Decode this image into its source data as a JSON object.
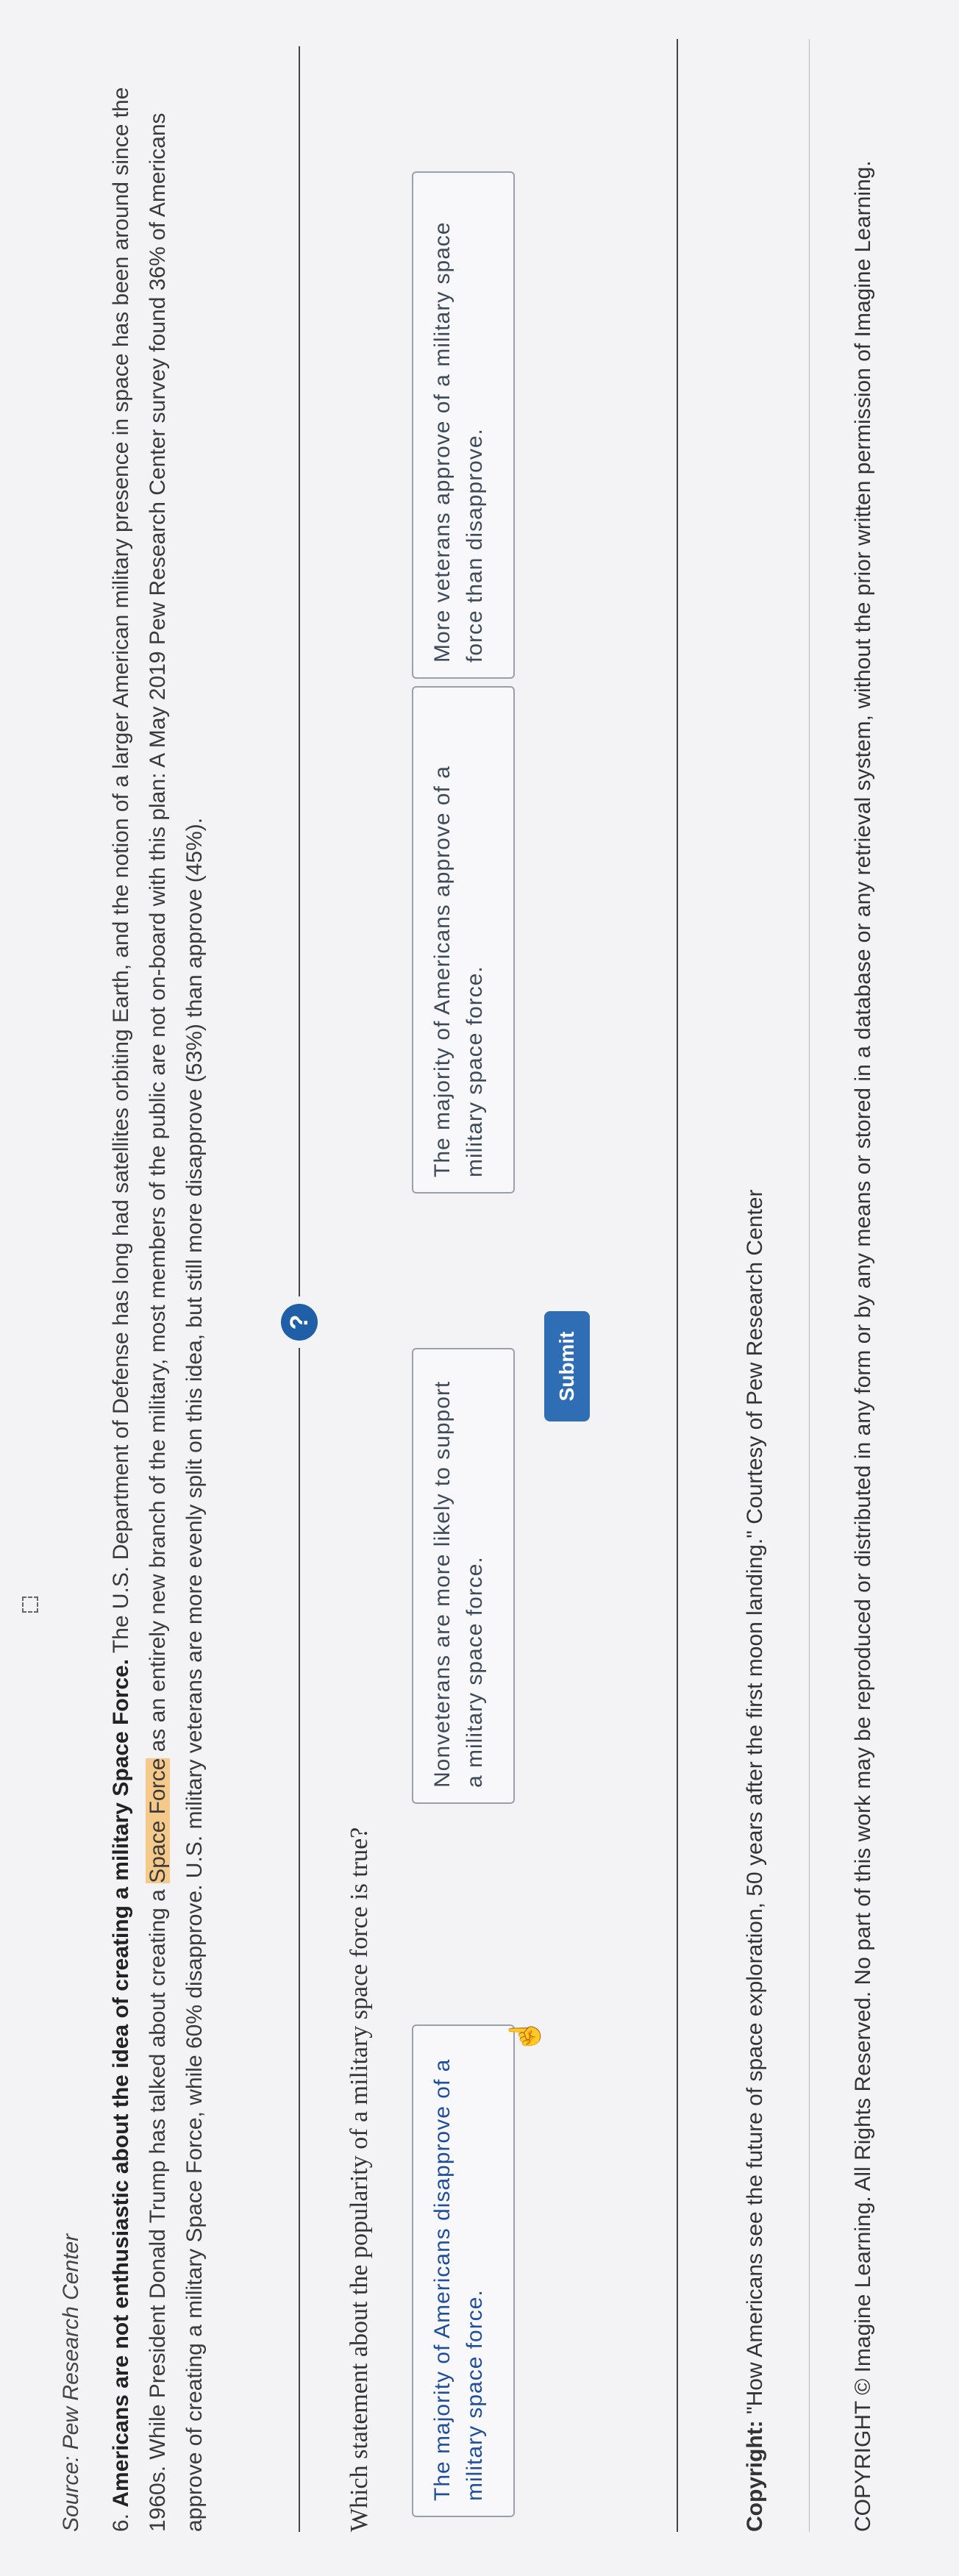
{
  "header": {
    "source": "Source: Pew Research Center"
  },
  "passage": {
    "number": "6.",
    "bold_lead": "Americans are not enthusiastic about the idea of creating a military Space Force.",
    "text_before": "The U.S. Department of Defense has long had satellites orbiting Earth, and the notion of a larger American military presence in space has been around since the 1960s. While President Donald Trump has talked about creating a",
    "highlight": "Space Force",
    "text_after": "as an entirely new branch of the military, most members of the public are not on-board with this plan: A May 2019 Pew Research Center survey found 36% of Americans approve of creating a military Space Force, while 60% disapprove. U.S. military veterans are more evenly split on this idea, but still more disapprove (53%) than approve (45%)."
  },
  "question": {
    "text": "Which statement about the popularity of a military space force is true?",
    "help_symbol": "?"
  },
  "choices": [
    {
      "label": "The majority of Americans disapprove of a military space force."
    },
    {
      "label": "Nonveterans are more likely to support a military space force."
    },
    {
      "label": "The majority of Americans approve of a military space force."
    },
    {
      "label": "More veterans approve of a military space force than disapprove."
    }
  ],
  "submit": {
    "label": "Submit"
  },
  "footer": {
    "copyright_label": "Copyright:",
    "copyright_text": "\"How Americans see the future of space exploration, 50 years after the first moon landing.\" Courtesy of Pew Research Center",
    "rights_text": "COPYRIGHT © Imagine Learning. All Rights Reserved. No part of this work may be reproduced or distributed in any form or by any means or stored in a database or any retrieval system, without the prior written permission of Imagine Learning."
  },
  "colors": {
    "accent": "#2f6db5",
    "highlight": "#f5c98a",
    "selected_text": "#1f4f9c"
  }
}
